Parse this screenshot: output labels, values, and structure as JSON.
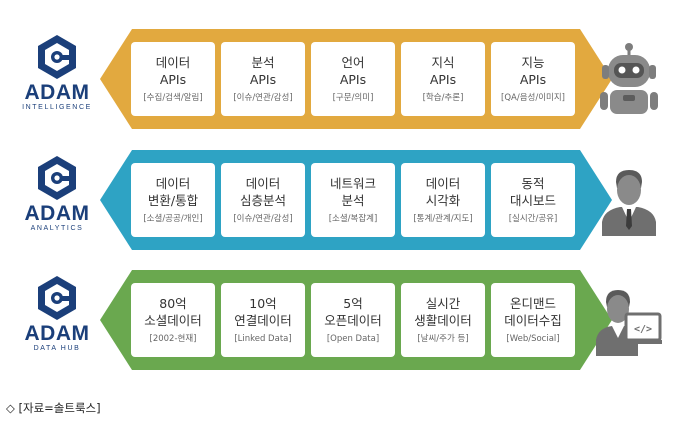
{
  "colors": {
    "row1": "#e2a93f",
    "row2": "#2ea3c4",
    "row3": "#6aa84f",
    "logo": "#1b3f7a"
  },
  "rows": [
    {
      "logo": {
        "name": "ADAM",
        "sub": "INTELLIGENCE"
      },
      "avatar": "robot-icon",
      "cards": [
        {
          "title": "데이터\nAPIs",
          "sub": "[수집/검색/알림]"
        },
        {
          "title": "분석\nAPIs",
          "sub": "[이슈/연관/감성]"
        },
        {
          "title": "언어\nAPIs",
          "sub": "[구문/의미]"
        },
        {
          "title": "지식\nAPIs",
          "sub": "[학습/추론]"
        },
        {
          "title": "지능\nAPIs",
          "sub": "[QA/음성/이미지]"
        }
      ]
    },
    {
      "logo": {
        "name": "ADAM",
        "sub": "ANALYTICS"
      },
      "avatar": "businessman-icon",
      "cards": [
        {
          "title": "데이터\n변환/통합",
          "sub": "[소셜/공공/개인]"
        },
        {
          "title": "데이터\n심층분석",
          "sub": "[이슈/연관/감성]"
        },
        {
          "title": "네트워크\n분석",
          "sub": "[소셜/복잡계]"
        },
        {
          "title": "데이터\n시각화",
          "sub": "[통계/관계/지도]"
        },
        {
          "title": "동적\n대시보드",
          "sub": "[실시간/공유]"
        }
      ]
    },
    {
      "logo": {
        "name": "ADAM",
        "sub": "DATA HUB"
      },
      "avatar": "developer-icon",
      "cards": [
        {
          "title": "80억\n소셜데이터",
          "sub": "[2002-현재]"
        },
        {
          "title": "10억\n연결데이터",
          "sub": "[Linked Data]"
        },
        {
          "title": "5억\n오픈데이터",
          "sub": "[Open Data]"
        },
        {
          "title": "실시간\n생활데이터",
          "sub": "[날씨/주가 등]"
        },
        {
          "title": "온디맨드\n데이터수집",
          "sub": "[Web/Social]"
        }
      ]
    }
  ],
  "source": "◇ [자료=솔트룩스]"
}
